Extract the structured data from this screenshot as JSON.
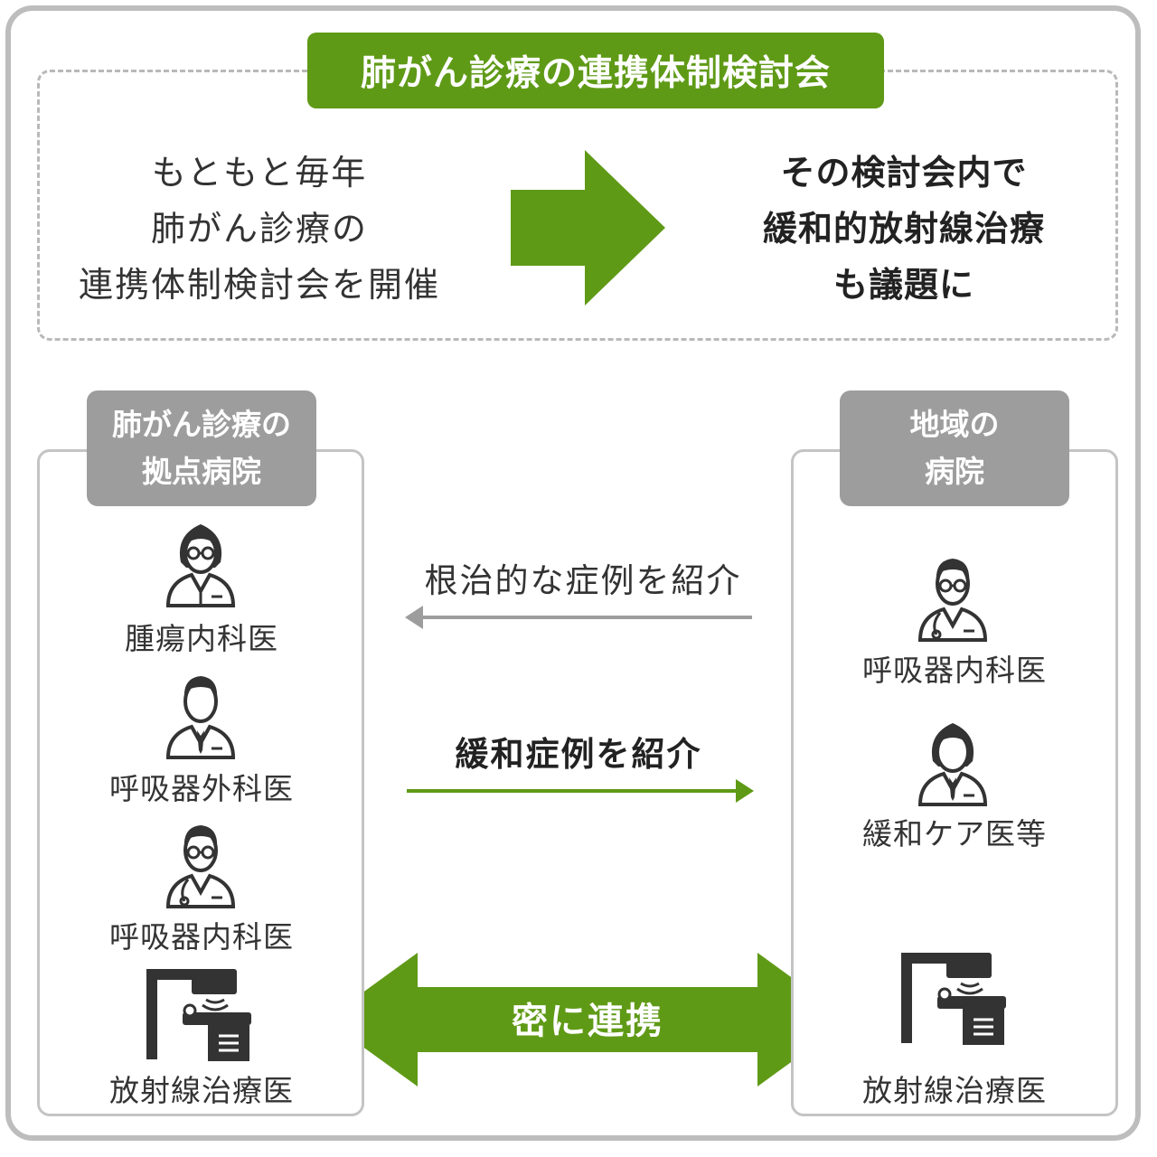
{
  "header": {
    "title": "肺がん診療の連携体制検討会"
  },
  "intro": {
    "left_lines": [
      "もともと毎年",
      "肺がん診療の",
      "連携体制検討会を開催"
    ],
    "right_lines": [
      "その検討会内で",
      "緩和的放射線治療",
      "も議題に"
    ]
  },
  "left_hospital": {
    "tag_lines": [
      "肺がん診療の",
      "拠点病院"
    ],
    "members": [
      {
        "label": "腫瘍内科医",
        "icon": "female-doctor-icon"
      },
      {
        "label": "呼吸器外科医",
        "icon": "male-doctor-icon"
      },
      {
        "label": "呼吸器内科医",
        "icon": "doctor-stethoscope-icon"
      },
      {
        "label": "放射線治療医",
        "icon": "radiotherapy-machine-icon"
      }
    ]
  },
  "right_hospital": {
    "tag_lines": [
      "地域の",
      "病院"
    ],
    "members": [
      {
        "label": "呼吸器内科医",
        "icon": "doctor-stethoscope-icon"
      },
      {
        "label": "緩和ケア医等",
        "icon": "female-doctor-icon"
      },
      {
        "label": "放射線治療医",
        "icon": "radiotherapy-machine-icon"
      }
    ]
  },
  "flows": {
    "curative_referral": "根治的な症例を紹介",
    "palliative_referral": "緩和症例を紹介",
    "close_cooperation": "密に連携"
  },
  "colors": {
    "green": "#5f9a16",
    "gray": "#9d9d9d",
    "text": "#333333"
  }
}
